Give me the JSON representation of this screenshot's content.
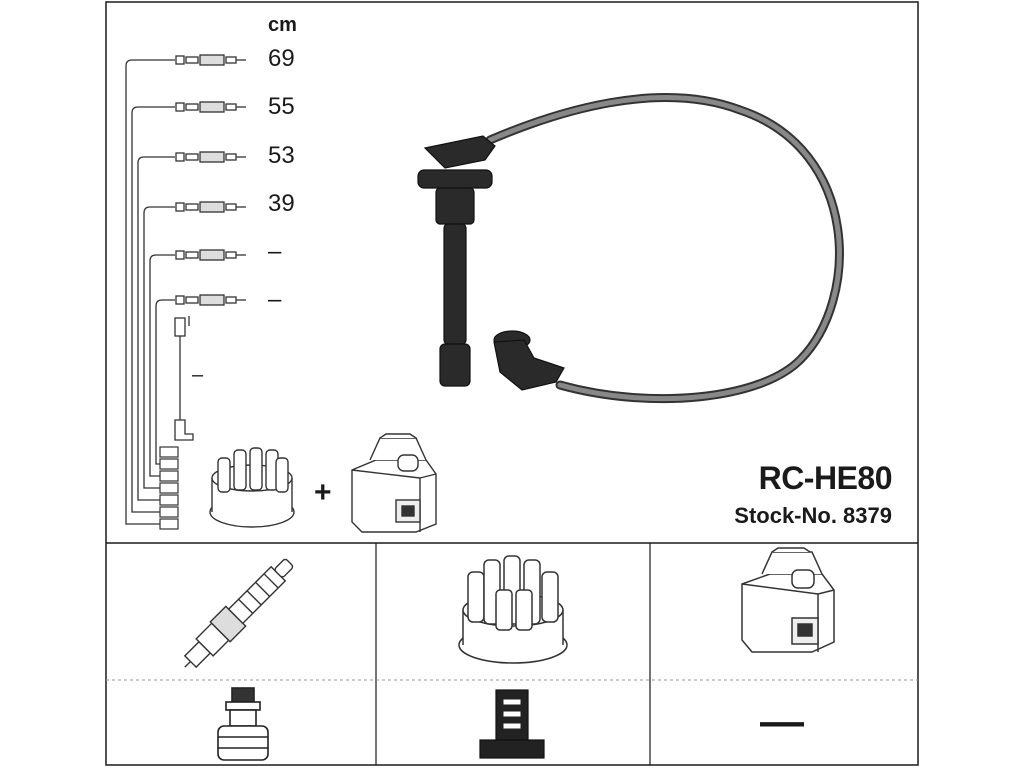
{
  "unit_label": "cm",
  "leads": [
    {
      "length": "69"
    },
    {
      "length": "55"
    },
    {
      "length": "53"
    },
    {
      "length": "39"
    },
    {
      "length": "–"
    },
    {
      "length": "–"
    }
  ],
  "coil_lead": {
    "length": "–"
  },
  "product": {
    "model": "RC-HE80",
    "stock_label": "Stock-No. 8379"
  },
  "plus_sign": "+",
  "compatibility": {
    "not_applicable": "—"
  }
}
